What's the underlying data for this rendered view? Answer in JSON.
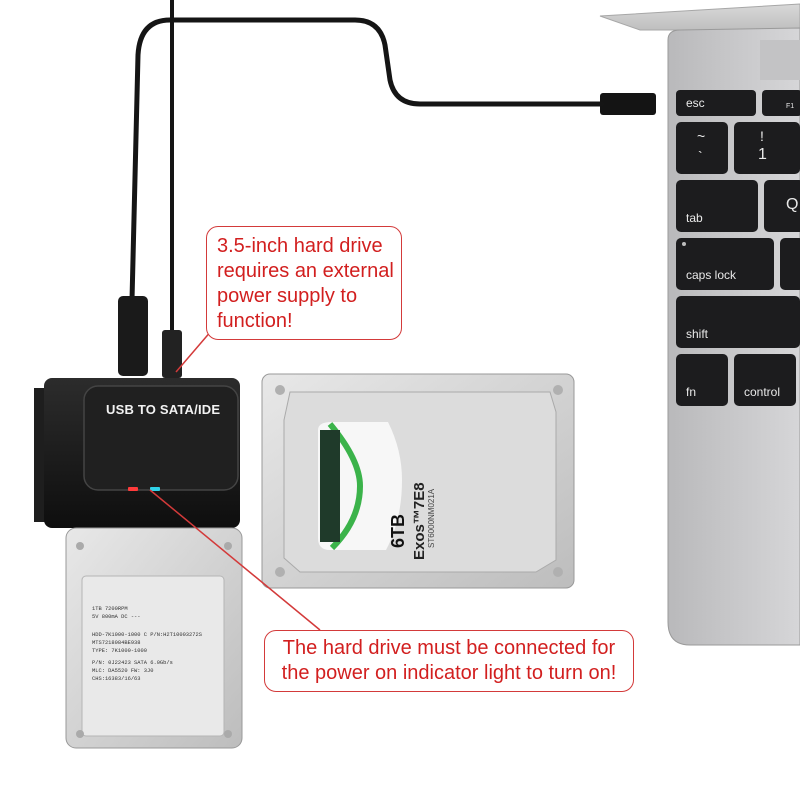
{
  "adapter": {
    "label": "USB TO SATA/IDE"
  },
  "callouts": {
    "power": {
      "lines": [
        "3.5-inch hard drive",
        "requires an external",
        "power supply to",
        "function!"
      ]
    },
    "indicator": {
      "lines": [
        "The hard drive must be connected for",
        "the power on indicator light to turn on!"
      ]
    }
  },
  "laptop": {
    "keys": {
      "esc": "esc",
      "f1": "F1",
      "tilde_top": "~",
      "tilde_bottom": "`",
      "excl": "!",
      "one": "1",
      "tab": "tab",
      "q": "Q",
      "caps": "caps lock",
      "shift": "shift",
      "fn": "fn",
      "control": "control"
    }
  },
  "drive_large": {
    "capacity": "6TB",
    "model": "Exos™7E8",
    "part": "ST6000NM021A"
  },
  "drive_small": {
    "label_lines": [
      "1TB 7200RPM",
      "5V 800mA DC ---",
      "HDD-7K1000-1000  C P/N:H2T10003272S",
      "MTS7218084BE938",
      "TYPE: 7K1000-1000",
      "P/N: 0J22423       SATA 6.0Gb/s",
      "MLC: DA5520        FW: 3J0",
      "CHS:16383/16/63"
    ]
  },
  "colors": {
    "callout_red": "#d21f1f",
    "led_red": "#ff3b3b",
    "led_cyan": "#2fd2e8",
    "drive_green": "#3bb34a"
  }
}
